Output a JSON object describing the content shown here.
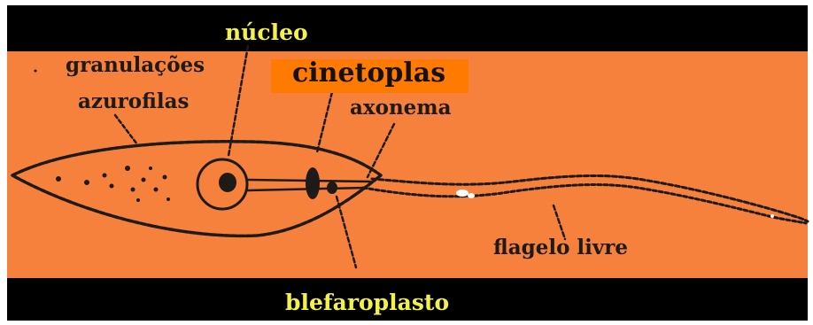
{
  "labels": {
    "nucleo": "núcleo",
    "cinetoplas": "cinetoplas",
    "granulacoes": "granulações",
    "azurofilas": "azurofilas",
    "axonema": "axonema",
    "flagelo_livre": "flagelo livre",
    "blefaroplasto": "blefaroplasto"
  },
  "colors": {
    "background": "#f5813c",
    "bands": "#000000",
    "highlight_box": "#ff7a00",
    "yellow_text": "#f2f24a",
    "ink": "#1e1a17"
  }
}
